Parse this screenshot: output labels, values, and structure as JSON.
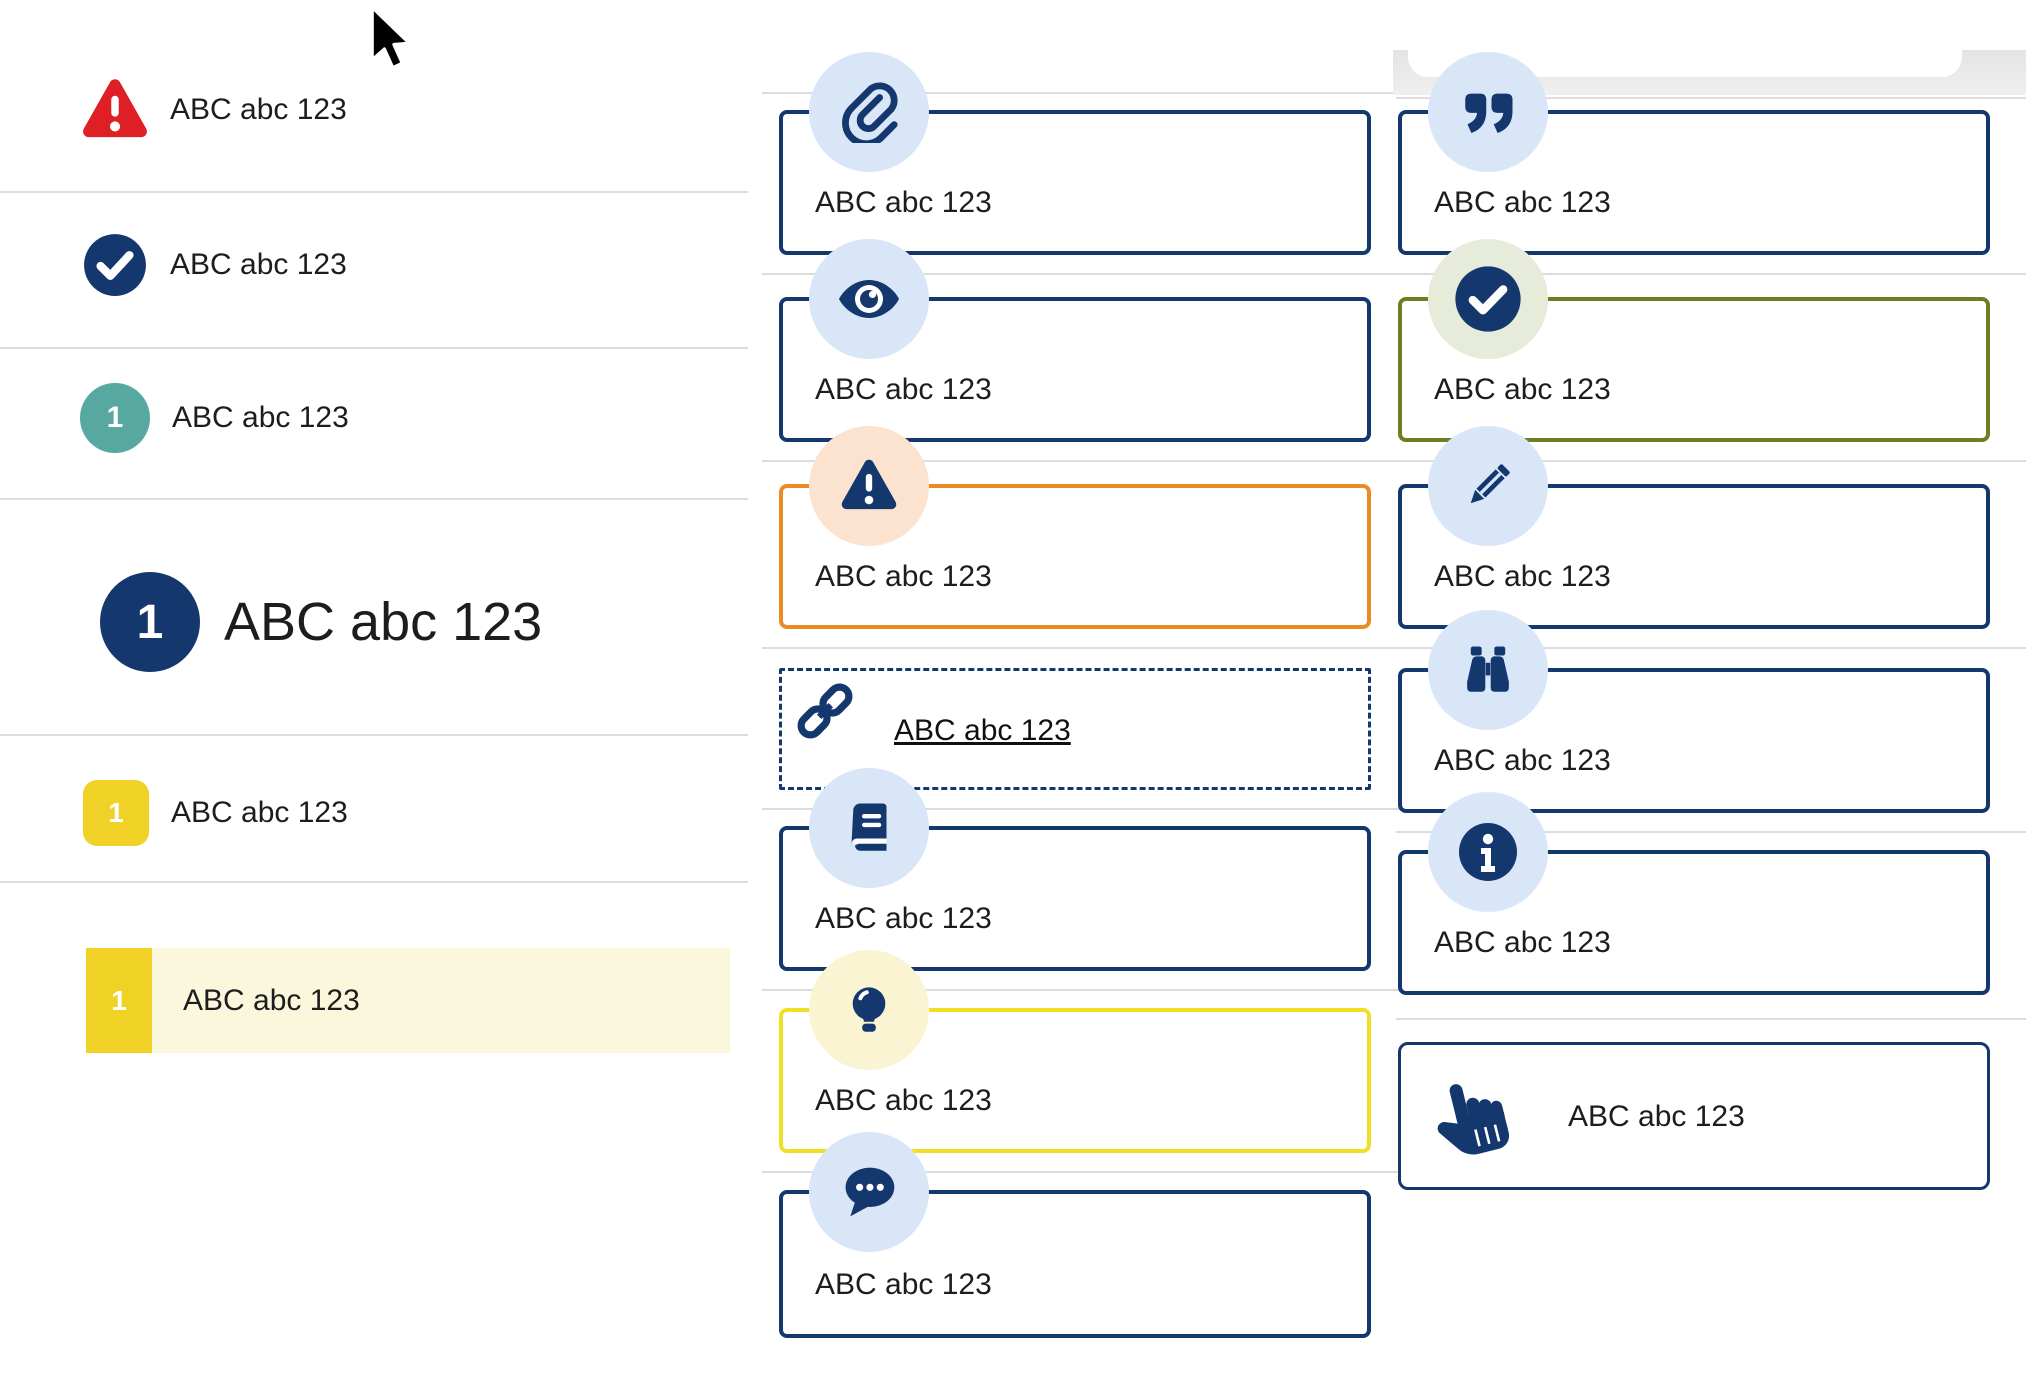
{
  "page": {
    "background": "#ffffff"
  },
  "colors": {
    "navy": "#14386d",
    "red": "#df1f26",
    "teal": "#57a8a1",
    "yellow_badge": "#f0d226",
    "yellow_border": "#f1df24",
    "orange_border": "#eb8b23",
    "olive_border": "#6f7e23",
    "icon_bg_blue": "#d9e6f8",
    "icon_bg_peach": "#fbe3d0",
    "icon_bg_green": "#e7ecda",
    "icon_bg_yellow": "#faf4d2",
    "highlight_bg": "#fbf7dd",
    "separator": "#dcdcdc"
  },
  "left_list": {
    "items": [
      {
        "icon": "warning-triangle-icon",
        "variant": "red-warning",
        "label": "ABC abc 123"
      },
      {
        "icon": "check-circle-icon",
        "variant": "navy-check",
        "label": "ABC abc 123"
      },
      {
        "icon": "number-badge",
        "variant": "teal-circle",
        "number": "1",
        "label": "ABC abc 123"
      },
      {
        "icon": "number-badge",
        "variant": "navy-circle-large",
        "number": "1",
        "label": "ABC abc 123"
      },
      {
        "icon": "number-badge",
        "variant": "yellow-square",
        "number": "1",
        "label": "ABC abc 123"
      },
      {
        "icon": "number-badge",
        "variant": "yellow-tab-highlighted",
        "number": "1",
        "label": "ABC abc 123"
      }
    ]
  },
  "middle_callouts": [
    {
      "icon": "paperclip-icon",
      "border": "navy",
      "label": "ABC abc 123"
    },
    {
      "icon": "eye-icon",
      "border": "navy",
      "label": "ABC abc 123"
    },
    {
      "icon": "warning-triangle-icon",
      "border": "orange",
      "label": "ABC abc 123"
    },
    {
      "icon": "link-icon",
      "border": "navy-dashed",
      "label": "ABC abc 123",
      "is_link": true
    },
    {
      "icon": "book-icon",
      "border": "navy",
      "label": "ABC abc 123"
    },
    {
      "icon": "lightbulb-icon",
      "border": "yellow",
      "label": "ABC abc 123"
    },
    {
      "icon": "comment-icon",
      "border": "navy",
      "label": "ABC abc 123"
    }
  ],
  "right_callouts": [
    {
      "icon": "quote-icon",
      "border": "navy",
      "label": "ABC abc 123"
    },
    {
      "icon": "check-circle-icon",
      "border": "olive",
      "label": "ABC abc 123"
    },
    {
      "icon": "pencil-icon",
      "border": "navy",
      "label": "ABC abc 123"
    },
    {
      "icon": "binoculars-icon",
      "border": "navy",
      "label": "ABC abc 123"
    },
    {
      "icon": "info-circle-icon",
      "border": "navy",
      "label": "ABC abc 123"
    },
    {
      "icon": "hand-pointer-icon",
      "border": "navy",
      "label": "ABC abc 123",
      "icon_inline": true
    }
  ]
}
